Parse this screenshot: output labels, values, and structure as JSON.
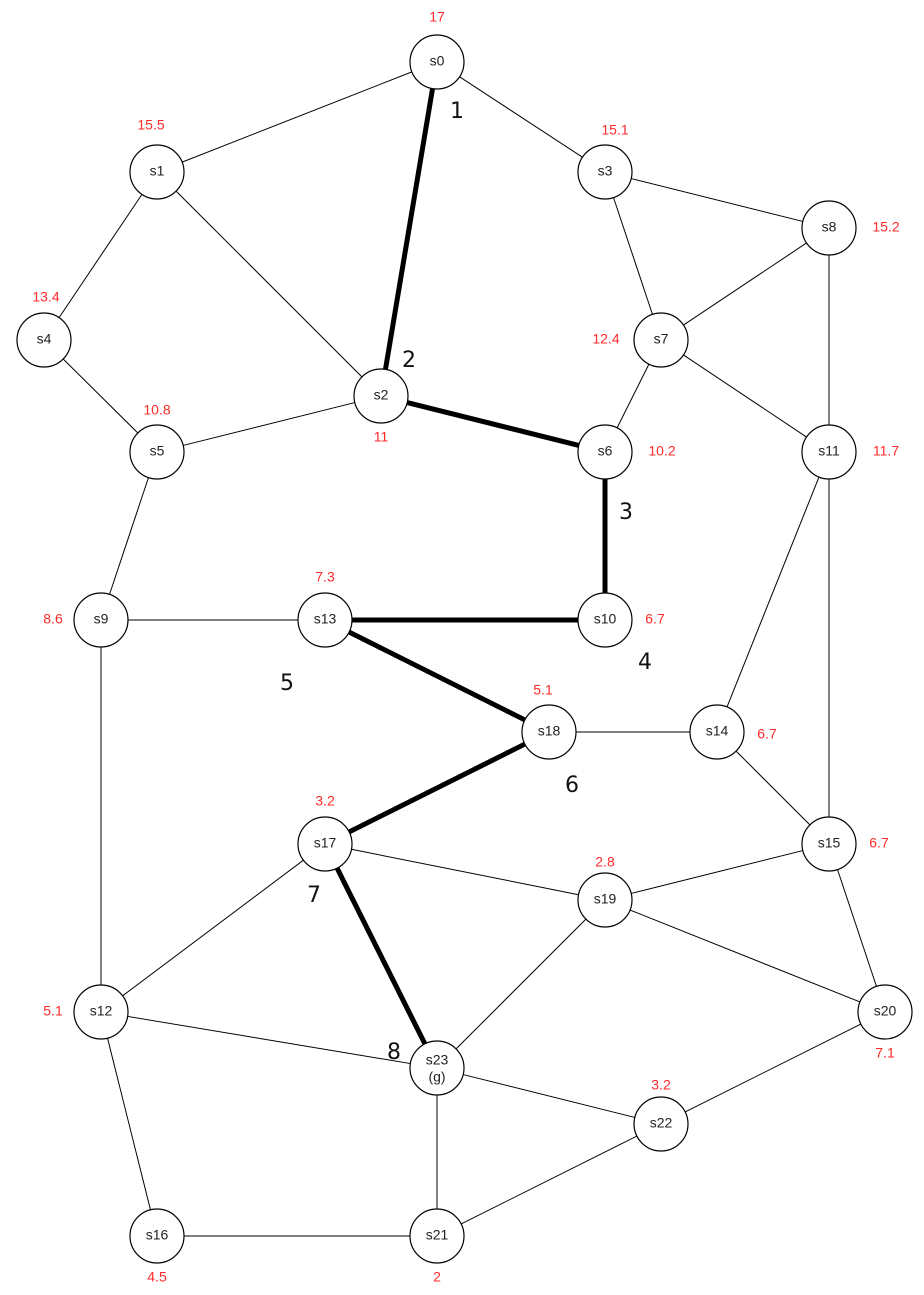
{
  "graph": {
    "nodes": [
      {
        "id": "s0",
        "label": "s0",
        "h": "17"
      },
      {
        "id": "s1",
        "label": "s1",
        "h": "15.5"
      },
      {
        "id": "s2",
        "label": "s2",
        "h": "11"
      },
      {
        "id": "s3",
        "label": "s3",
        "h": "15.1"
      },
      {
        "id": "s4",
        "label": "s4",
        "h": "13.4"
      },
      {
        "id": "s5",
        "label": "s5",
        "h": "10.8"
      },
      {
        "id": "s6",
        "label": "s6",
        "h": "10.2"
      },
      {
        "id": "s7",
        "label": "s7",
        "h": "12.4"
      },
      {
        "id": "s8",
        "label": "s8",
        "h": "15.2"
      },
      {
        "id": "s9",
        "label": "s9",
        "h": "8.6"
      },
      {
        "id": "s10",
        "label": "s10",
        "h": "6.7"
      },
      {
        "id": "s11",
        "label": "s11",
        "h": "11.7"
      },
      {
        "id": "s12",
        "label": "s12",
        "h": "5.1"
      },
      {
        "id": "s13",
        "label": "s13",
        "h": "7.3"
      },
      {
        "id": "s14",
        "label": "s14",
        "h": "6.7"
      },
      {
        "id": "s15",
        "label": "s15",
        "h": "6.7"
      },
      {
        "id": "s16",
        "label": "s16",
        "h": "4.5"
      },
      {
        "id": "s17",
        "label": "s17",
        "h": "3.2"
      },
      {
        "id": "s18",
        "label": "s18",
        "h": "5.1"
      },
      {
        "id": "s19",
        "label": "s19",
        "h": "2.8"
      },
      {
        "id": "s20",
        "label": "s20",
        "h": "7.1"
      },
      {
        "id": "s21",
        "label": "s21",
        "h": "2"
      },
      {
        "id": "s22",
        "label": "s22",
        "h": "3.2"
      },
      {
        "id": "s23",
        "label": "s23",
        "sublabel": "(g)",
        "h": ""
      }
    ],
    "edges": [
      [
        "s0",
        "s1"
      ],
      [
        "s0",
        "s3"
      ],
      [
        "s1",
        "s4"
      ],
      [
        "s1",
        "s2"
      ],
      [
        "s4",
        "s5"
      ],
      [
        "s5",
        "s2"
      ],
      [
        "s5",
        "s9"
      ],
      [
        "s3",
        "s8"
      ],
      [
        "s3",
        "s7"
      ],
      [
        "s8",
        "s7"
      ],
      [
        "s8",
        "s11"
      ],
      [
        "s7",
        "s6"
      ],
      [
        "s7",
        "s11"
      ],
      [
        "s9",
        "s13"
      ],
      [
        "s9",
        "s12"
      ],
      [
        "s11",
        "s14"
      ],
      [
        "s11",
        "s15"
      ],
      [
        "s18",
        "s14"
      ],
      [
        "s14",
        "s15"
      ],
      [
        "s15",
        "s19"
      ],
      [
        "s15",
        "s20"
      ],
      [
        "s17",
        "s19"
      ],
      [
        "s17",
        "s12"
      ],
      [
        "s19",
        "s20"
      ],
      [
        "s19",
        "s23"
      ],
      [
        "s12",
        "s23"
      ],
      [
        "s12",
        "s16"
      ],
      [
        "s23",
        "s22"
      ],
      [
        "s23",
        "s21"
      ],
      [
        "s22",
        "s20"
      ],
      [
        "s22",
        "s21"
      ],
      [
        "s16",
        "s21"
      ]
    ],
    "path_edges": [
      {
        "from": "s0",
        "to": "s2",
        "step": "1"
      },
      {
        "from": "s2",
        "to": "s6",
        "step": "2"
      },
      {
        "from": "s6",
        "to": "s10",
        "step": "3"
      },
      {
        "from": "s10",
        "to": "s13",
        "step": "4"
      },
      {
        "from": "s13",
        "to": "s18",
        "step": "5"
      },
      {
        "from": "s18",
        "to": "s17",
        "step": "6"
      },
      {
        "from": "s17",
        "to": "s23",
        "step": "7"
      },
      {
        "from": "s23",
        "to": "s23",
        "step": "8"
      }
    ]
  }
}
